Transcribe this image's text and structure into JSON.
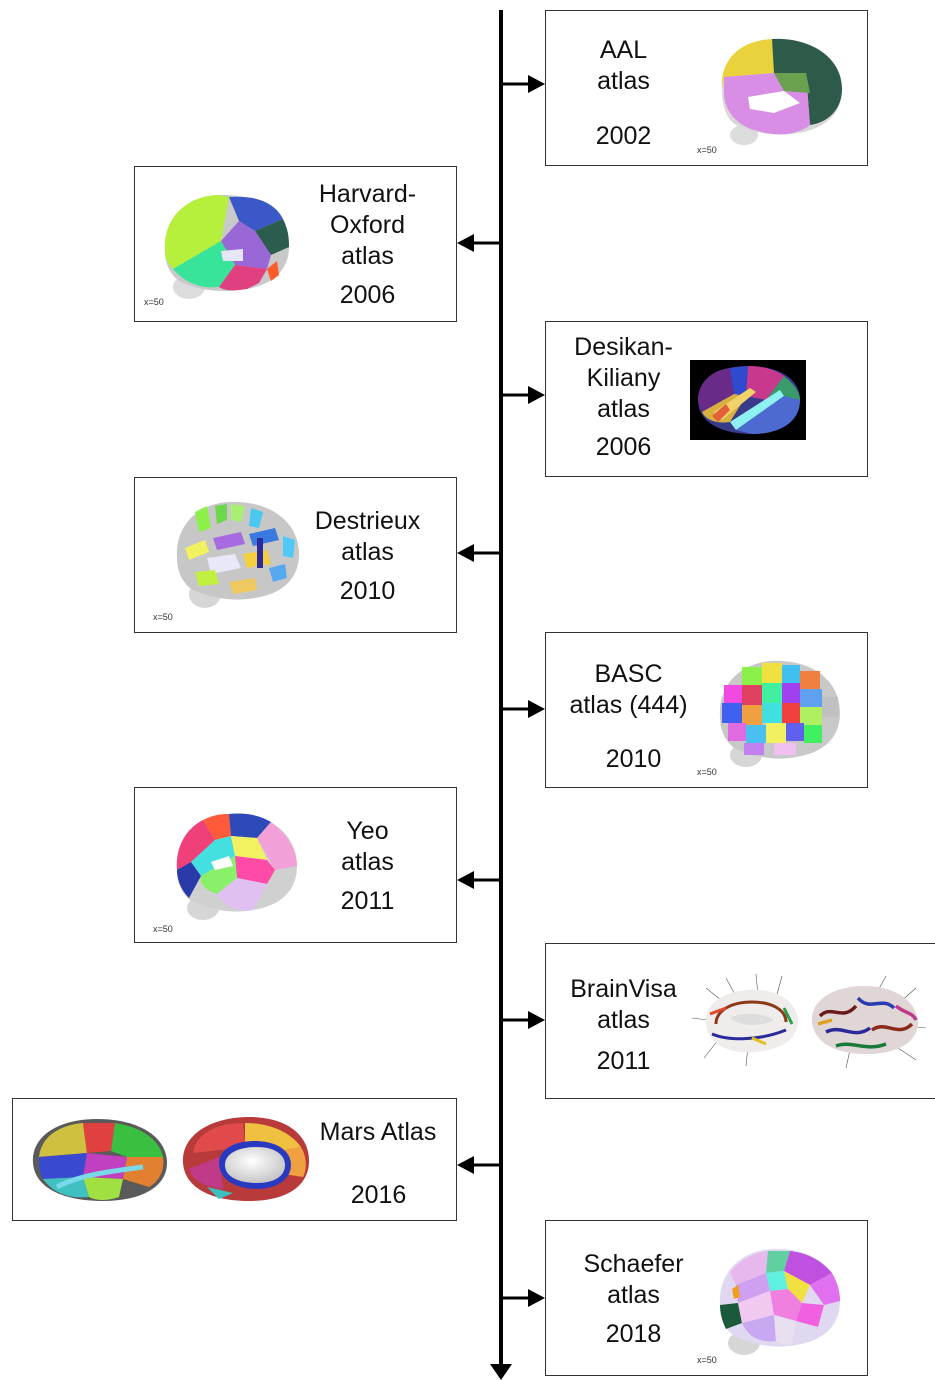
{
  "atlases": [
    {
      "title": [
        "AAL",
        "atlas"
      ],
      "year": "2002",
      "slice_label": "x=50"
    },
    {
      "title": [
        "Harvard-",
        "Oxford",
        "atlas"
      ],
      "year": "2006",
      "slice_label": "x=50"
    },
    {
      "title": [
        "Desikan-",
        "Kiliany",
        "atlas"
      ],
      "year": "2006"
    },
    {
      "title": [
        "Destrieux",
        "atlas"
      ],
      "year": "2010",
      "slice_label": "x=50"
    },
    {
      "title": [
        "BASC",
        "atlas (444)"
      ],
      "year": "2010",
      "slice_label": "x=50"
    },
    {
      "title": [
        "Yeo",
        "atlas"
      ],
      "year": "2011",
      "slice_label": "x=50"
    },
    {
      "title": [
        "BrainVisa",
        "atlas"
      ],
      "year": "2011"
    },
    {
      "title": [
        "Mars Atlas"
      ],
      "year": "2016"
    },
    {
      "title": [
        "Schaefer",
        "atlas"
      ],
      "year": "2018",
      "slice_label": "x=50"
    }
  ],
  "colors": {
    "line": "#000000",
    "border": "#333333"
  }
}
